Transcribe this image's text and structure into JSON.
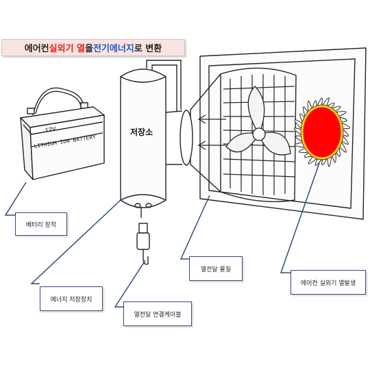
{
  "title": {
    "part1": "에어컨 ",
    "part2": "실외기 열",
    "part3": "을 ",
    "part4": "전기에너지",
    "part5": "로 변환"
  },
  "battery": {
    "voltage": "12V",
    "type": "LITHIUM ION BATTERY"
  },
  "tank_label": "저장소",
  "callouts": {
    "battery_mount": "배터리 장착",
    "energy_storage": "에너지 저장장치",
    "cable": "열전달 연결케이블",
    "heat_transfer": "열전달 물질",
    "heat_generation": "에어컨 실외기 열발생"
  },
  "colors": {
    "accent_red": "#e0201b",
    "accent_blue": "#1f58c8",
    "callout_line": "#2f4b75",
    "sun_fill": "#ff0000",
    "sun_ring": "#ffd000",
    "title_bg": "#fbe3e1"
  }
}
